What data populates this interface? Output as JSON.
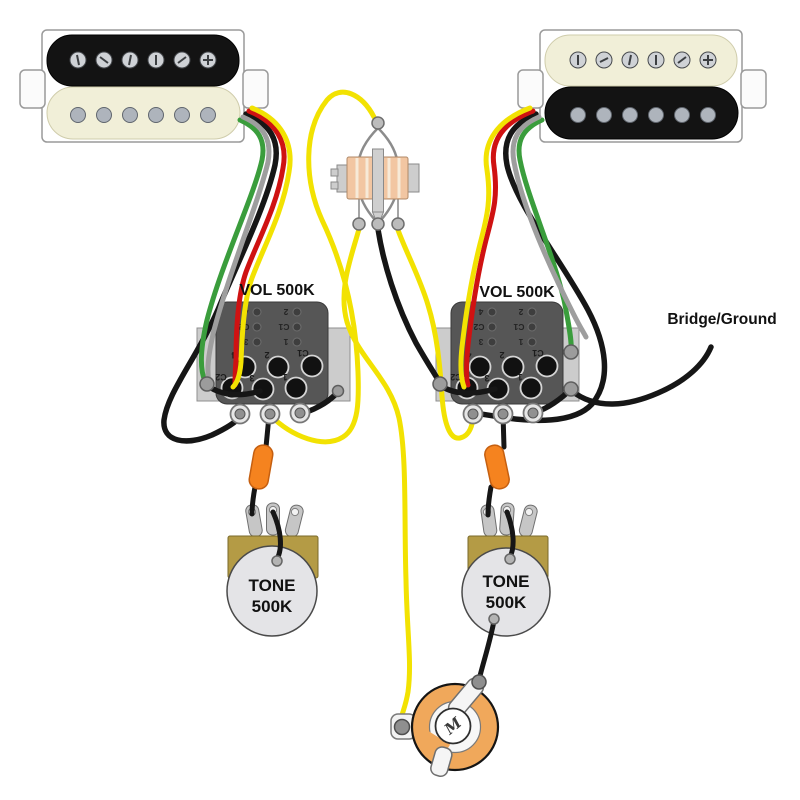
{
  "diagram": {
    "kind": "guitar-wiring-diagram",
    "background": "#ffffff"
  },
  "labels": {
    "volume": "VOL 500K",
    "tone_line1": "TONE",
    "tone_line2": "500K",
    "bridge_ground": "Bridge/Ground",
    "jack_marking": "M"
  },
  "pot_pads": {
    "small_rows": [
      [
        "4",
        "2"
      ],
      [
        "C2",
        "C1"
      ],
      [
        "3",
        "1"
      ]
    ],
    "big_rows": [
      [
        "4",
        "2",
        "C1"
      ],
      [
        "C2",
        "3",
        "1"
      ]
    ]
  },
  "components": {
    "left_pickup": "humbucker black-over-cream",
    "right_pickup": "humbucker cream-over-black",
    "treble_bleed": "inline bleed component",
    "left_volume_pot": "solderless volume pot",
    "right_volume_pot": "solderless volume pot",
    "left_tone_pot": "tone pot",
    "right_tone_pot": "tone pot",
    "left_capacitor": "orange capacitor",
    "right_capacitor": "orange capacitor",
    "output_jack": "mono output jack"
  },
  "colors": {
    "wire_yellow": "#f2e202",
    "wire_red": "#cf1212",
    "wire_green": "#3a9d3c",
    "wire_gray": "#9e9e9e",
    "wire_black": "#161616",
    "capacitor_orange": "#f5831f",
    "pot_box": "#565656",
    "pot_plate": "#cccccc",
    "tone_body": "#e4e4e7",
    "tone_base_gold": "#b49b45",
    "jack_ring": "#f0a85b",
    "pickup_cream": "#f1efd8",
    "pickup_black": "#131313",
    "bleed_body_tan": "#f2c6a2"
  }
}
